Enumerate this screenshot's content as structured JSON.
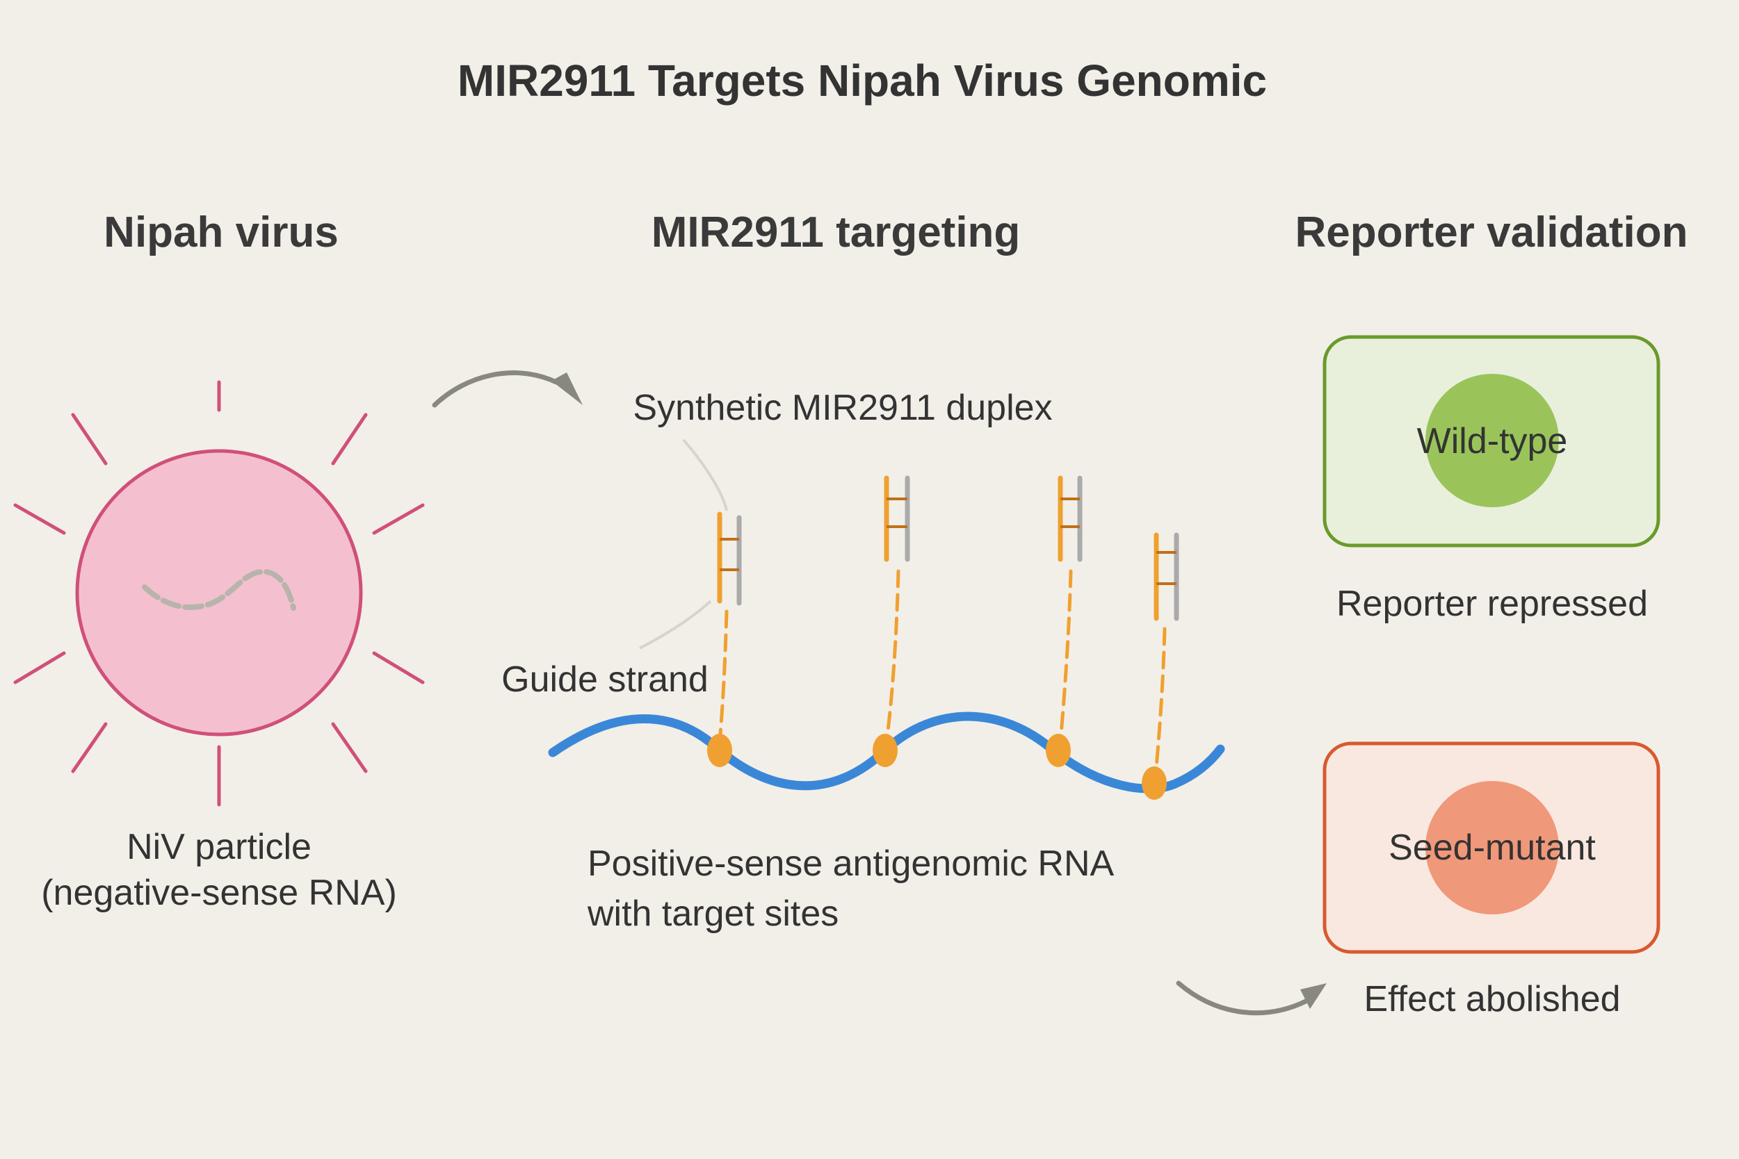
{
  "title": "MIR2911 Targets Nipah Virus Genomic",
  "panels": {
    "virus": {
      "heading": "Nipah virus",
      "caption_line1": "NiV particle",
      "caption_line2": "(negative-sense RNA)"
    },
    "targeting": {
      "heading": "MIR2911 targeting",
      "duplex_label": "Synthetic MIR2911 duplex",
      "guide_label": "Guide strand",
      "rna_label_line1": "Positive-sense antigenomic RNA",
      "rna_label_line2": "with target sites",
      "target_site_count": 4
    },
    "reporter": {
      "heading": "Reporter validation",
      "wild_type": {
        "label": "Wild-type",
        "result": "Reporter repressed"
      },
      "seed_mutant": {
        "label": "Seed-mutant",
        "result": "Effect abolished"
      }
    }
  },
  "colors": {
    "background": "#f2efe8",
    "virus_fill": "#f4c0d0",
    "virus_stroke": "#d0507a",
    "rna": "#3a87d8",
    "mirna": "#f0a030",
    "passenger_strand": "#aaaaaa",
    "arrow": "#888880",
    "wild_type_box_fill": "#e8f0dc",
    "wild_type_box_stroke": "#6a9a2a",
    "wild_type_cell": "#9ac45a",
    "mutant_box_fill": "#f8e8e0",
    "mutant_box_stroke": "#d85a30",
    "mutant_cell": "#f0987a"
  }
}
